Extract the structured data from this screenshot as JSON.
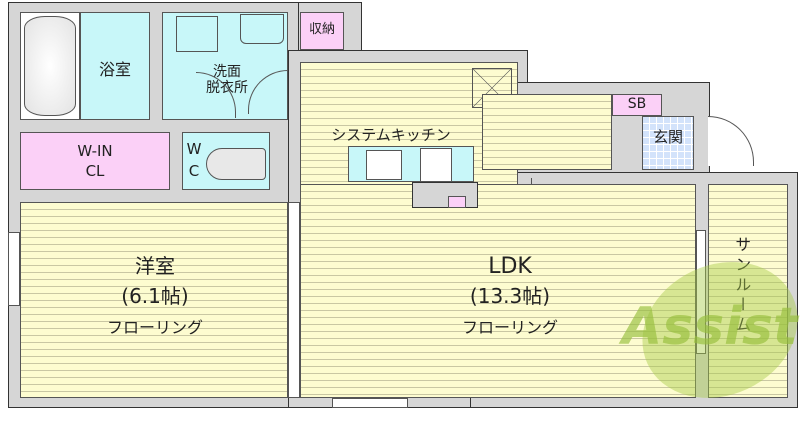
{
  "floorplan": {
    "rooms": [
      {
        "id": "bathroom",
        "label": "浴室"
      },
      {
        "id": "washroom",
        "label_line1": "洗面",
        "label_line2": "脱衣所"
      },
      {
        "id": "storage",
        "label": "収納"
      },
      {
        "id": "walk_in_closet",
        "label_line1": "W-IN",
        "label_line2": "CL"
      },
      {
        "id": "toilet",
        "label_line1": "W",
        "label_line2": "C"
      },
      {
        "id": "kitchen",
        "label": "システムキッチン"
      },
      {
        "id": "shoe_box",
        "label": "SB"
      },
      {
        "id": "entrance",
        "label": "玄関"
      },
      {
        "id": "western_room",
        "label": "洋室",
        "size": "(6.1帖)",
        "floor": "フローリング"
      },
      {
        "id": "ldk",
        "label": "LDK",
        "size": "(13.3帖)",
        "floor": "フローリング"
      },
      {
        "id": "sunroom",
        "label": "サンルーム"
      }
    ],
    "watermark": "Assist",
    "colors": {
      "wall": "#d6d6d6",
      "floor": "#fdfcd0",
      "wet_area": "#c8f7f9",
      "closet": "#fbd0f7",
      "entrance_tile": "#d3e3fb",
      "watermark_green": "#a8cc4a",
      "watermark_red": "#e06060"
    }
  }
}
